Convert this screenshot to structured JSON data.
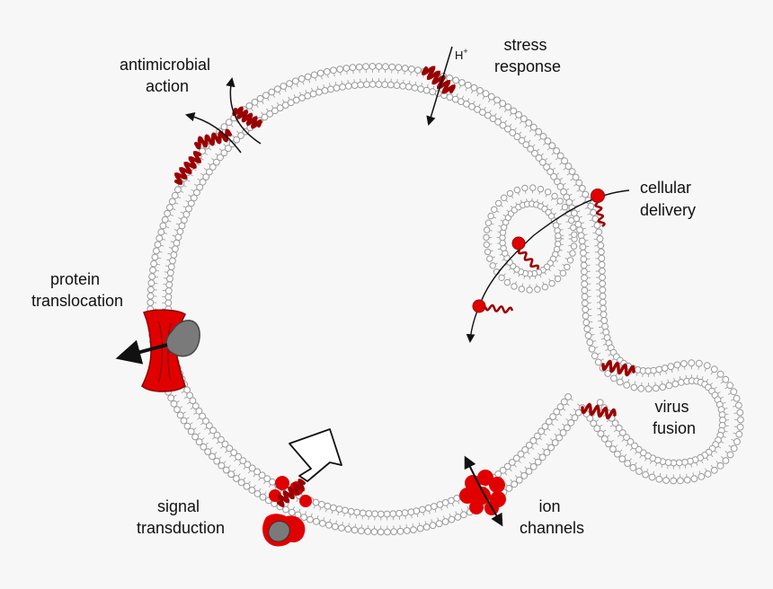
{
  "labels": {
    "antimicrobial": [
      "antimicrobial",
      "action"
    ],
    "stress": [
      "stress",
      "response"
    ],
    "proton": "H",
    "proton_sup": "+",
    "cellular": [
      "cellular",
      "delivery"
    ],
    "protein": [
      "protein",
      "translocation"
    ],
    "virus": [
      "virus",
      "fusion"
    ],
    "signal": [
      "signal",
      "transduction"
    ],
    "ion": [
      "ion",
      "channels"
    ]
  },
  "colors": {
    "background": "#f7f7f7",
    "lipid_head": "#ffffff",
    "lipid_stroke": "#9a9a9a",
    "peptide_dark": "#9b0000",
    "peptide_red": "#e00000",
    "protein_gray": "#7a7a7a",
    "arrow": "#111111"
  }
}
